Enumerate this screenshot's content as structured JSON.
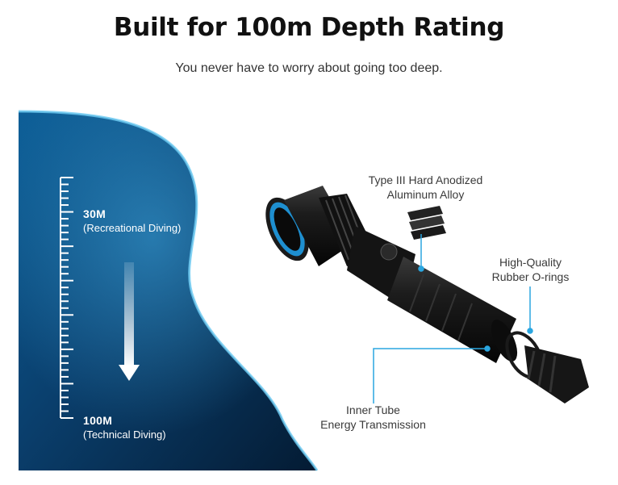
{
  "heading": {
    "title": "Built for 100m Depth Rating",
    "subtitle": "You never have to worry about going too deep."
  },
  "depth_scale": {
    "shallow": {
      "depth": "30M",
      "label": "(Recreational Diving)"
    },
    "deep": {
      "depth": "100M",
      "label": "(Technical Diving)"
    }
  },
  "callouts": {
    "body": {
      "line1": "Type III Hard Anodized",
      "line2": "Aluminum Alloy"
    },
    "orings": {
      "line1": "High-Quality",
      "line2": "Rubber O-rings"
    },
    "tube": {
      "line1": "Inner Tube",
      "line2": "Energy Transmission"
    }
  },
  "colors": {
    "water_dark": "#06223f",
    "water_mid": "#0b5a92",
    "water_light": "#5ec3ee",
    "callout_line": "#2aa6e0",
    "lens_ring": "#1e8fd0"
  }
}
